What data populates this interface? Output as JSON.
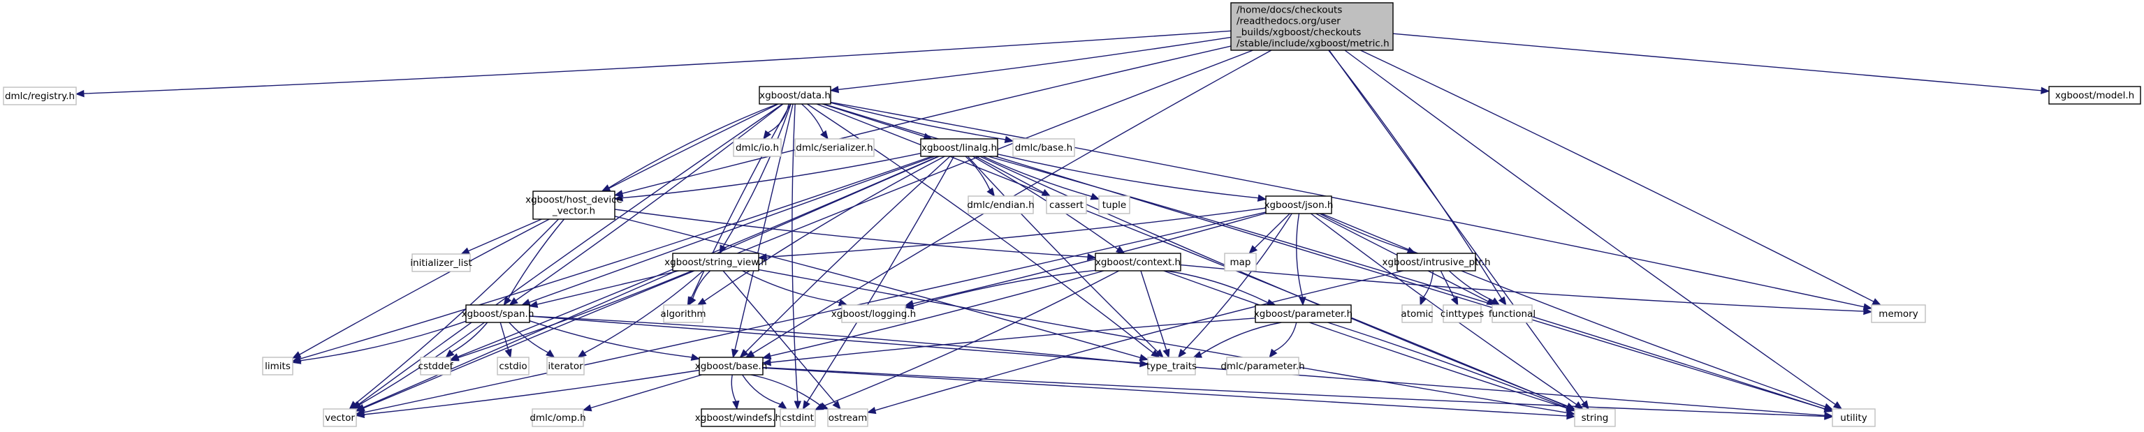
{
  "title": "Include dependency graph for /home/docs/checkouts/readthedocs.org/user_builds/xgboost/checkouts/stable/include/xgboost/metric.h",
  "colors": {
    "edge": "#191970",
    "root_fill": "#bfbfbf",
    "root_border": "#000000",
    "documented_border": "#000000",
    "external_border": "#bfbfbf",
    "node_fill": "#ffffff"
  },
  "nodes": [
    {
      "id": "metric",
      "kind": "root",
      "lines": [
        "/home/docs/checkouts",
        "/readthedocs.org/user",
        "_builds/xgboost/checkouts",
        "/stable/include/xgboost/metric.h"
      ]
    },
    {
      "id": "registry",
      "kind": "external",
      "lines": [
        "dmlc/registry.h"
      ]
    },
    {
      "id": "data",
      "kind": "documented",
      "lines": [
        "xgboost/data.h"
      ]
    },
    {
      "id": "model",
      "kind": "documented",
      "lines": [
        "xgboost/model.h"
      ]
    },
    {
      "id": "io",
      "kind": "external",
      "lines": [
        "dmlc/io.h"
      ]
    },
    {
      "id": "serializer",
      "kind": "external",
      "lines": [
        "dmlc/serializer.h"
      ]
    },
    {
      "id": "linalg",
      "kind": "documented",
      "lines": [
        "xgboost/linalg.h"
      ]
    },
    {
      "id": "dmlcbase",
      "kind": "external",
      "lines": [
        "dmlc/base.h"
      ]
    },
    {
      "id": "hdv",
      "kind": "documented",
      "lines": [
        "xgboost/host_device",
        "_vector.h"
      ]
    },
    {
      "id": "endian",
      "kind": "external",
      "lines": [
        "dmlc/endian.h"
      ]
    },
    {
      "id": "cassert",
      "kind": "external",
      "lines": [
        "cassert"
      ]
    },
    {
      "id": "tuple",
      "kind": "external",
      "lines": [
        "tuple"
      ]
    },
    {
      "id": "json",
      "kind": "documented",
      "lines": [
        "xgboost/json.h"
      ]
    },
    {
      "id": "initlist",
      "kind": "external",
      "lines": [
        "initializer_list"
      ]
    },
    {
      "id": "stringview",
      "kind": "documented",
      "lines": [
        "xgboost/string_view.h"
      ]
    },
    {
      "id": "context",
      "kind": "documented",
      "lines": [
        "xgboost/context.h"
      ]
    },
    {
      "id": "map",
      "kind": "external",
      "lines": [
        "map"
      ]
    },
    {
      "id": "intrusive",
      "kind": "documented",
      "lines": [
        "xgboost/intrusive_ptr.h"
      ]
    },
    {
      "id": "algorithm",
      "kind": "external",
      "lines": [
        "algorithm"
      ]
    },
    {
      "id": "logging",
      "kind": "external",
      "lines": [
        "xgboost/logging.h"
      ]
    },
    {
      "id": "atomic",
      "kind": "external",
      "lines": [
        "atomic"
      ]
    },
    {
      "id": "cinttypes",
      "kind": "external",
      "lines": [
        "cinttypes"
      ]
    },
    {
      "id": "functional",
      "kind": "external",
      "lines": [
        "functional"
      ]
    },
    {
      "id": "memory",
      "kind": "external",
      "lines": [
        "memory"
      ]
    },
    {
      "id": "span",
      "kind": "documented",
      "lines": [
        "xgboost/span.h"
      ]
    },
    {
      "id": "parameter",
      "kind": "documented",
      "lines": [
        "xgboost/parameter.h"
      ]
    },
    {
      "id": "limits",
      "kind": "external",
      "lines": [
        "limits"
      ]
    },
    {
      "id": "cstddef",
      "kind": "external",
      "lines": [
        "cstddef"
      ]
    },
    {
      "id": "cstdio",
      "kind": "external",
      "lines": [
        "cstdio"
      ]
    },
    {
      "id": "iterator",
      "kind": "external",
      "lines": [
        "iterator"
      ]
    },
    {
      "id": "base",
      "kind": "documented",
      "lines": [
        "xgboost/base.h"
      ]
    },
    {
      "id": "typetraits",
      "kind": "external",
      "lines": [
        "type_traits"
      ]
    },
    {
      "id": "dmlcparam",
      "kind": "external",
      "lines": [
        "dmlc/parameter.h"
      ]
    },
    {
      "id": "vector",
      "kind": "external",
      "lines": [
        "vector"
      ]
    },
    {
      "id": "omp",
      "kind": "external",
      "lines": [
        "dmlc/omp.h"
      ]
    },
    {
      "id": "windefs",
      "kind": "documented",
      "lines": [
        "xgboost/windefs.h"
      ]
    },
    {
      "id": "cstdint",
      "kind": "external",
      "lines": [
        "cstdint"
      ]
    },
    {
      "id": "ostream",
      "kind": "external",
      "lines": [
        "ostream"
      ]
    },
    {
      "id": "string",
      "kind": "external",
      "lines": [
        "string"
      ]
    },
    {
      "id": "utility",
      "kind": "external",
      "lines": [
        "utility"
      ]
    }
  ],
  "edges": [
    [
      "metric",
      "registry"
    ],
    [
      "metric",
      "data"
    ],
    [
      "metric",
      "model"
    ],
    [
      "metric",
      "hdv"
    ],
    [
      "metric",
      "vector"
    ],
    [
      "metric",
      "functional"
    ],
    [
      "metric",
      "memory"
    ],
    [
      "metric",
      "string"
    ],
    [
      "metric",
      "utility"
    ],
    [
      "metric",
      "base"
    ],
    [
      "data",
      "io"
    ],
    [
      "data",
      "serializer"
    ],
    [
      "data",
      "linalg"
    ],
    [
      "data",
      "dmlcbase"
    ],
    [
      "data",
      "hdv"
    ],
    [
      "data",
      "stringview"
    ],
    [
      "data",
      "span"
    ],
    [
      "data",
      "base"
    ],
    [
      "data",
      "algorithm"
    ],
    [
      "data",
      "limits"
    ],
    [
      "data",
      "memory"
    ],
    [
      "data",
      "string"
    ],
    [
      "data",
      "utility"
    ],
    [
      "data",
      "vector"
    ],
    [
      "data",
      "cstdint"
    ],
    [
      "data",
      "typetraits"
    ],
    [
      "linalg",
      "endian"
    ],
    [
      "linalg",
      "cassert"
    ],
    [
      "linalg",
      "tuple"
    ],
    [
      "linalg",
      "json"
    ],
    [
      "linalg",
      "hdv"
    ],
    [
      "linalg",
      "context"
    ],
    [
      "linalg",
      "span"
    ],
    [
      "linalg",
      "base"
    ],
    [
      "linalg",
      "algorithm"
    ],
    [
      "linalg",
      "limits"
    ],
    [
      "linalg",
      "cstddef"
    ],
    [
      "linalg",
      "vector"
    ],
    [
      "linalg",
      "typetraits"
    ],
    [
      "linalg",
      "string"
    ],
    [
      "linalg",
      "utility"
    ],
    [
      "linalg",
      "cstdint"
    ],
    [
      "hdv",
      "initlist"
    ],
    [
      "hdv",
      "span"
    ],
    [
      "hdv",
      "context"
    ],
    [
      "hdv",
      "vector"
    ],
    [
      "hdv",
      "typetraits"
    ],
    [
      "json",
      "map"
    ],
    [
      "json",
      "intrusive"
    ],
    [
      "json",
      "parameter"
    ],
    [
      "json",
      "stringview"
    ],
    [
      "json",
      "logging"
    ],
    [
      "json",
      "functional"
    ],
    [
      "json",
      "string"
    ],
    [
      "json",
      "utility"
    ],
    [
      "json",
      "typetraits"
    ],
    [
      "json",
      "vector"
    ],
    [
      "stringview",
      "span"
    ],
    [
      "stringview",
      "algorithm"
    ],
    [
      "stringview",
      "logging"
    ],
    [
      "stringview",
      "iterator"
    ],
    [
      "stringview",
      "cstddef"
    ],
    [
      "stringview",
      "ostream"
    ],
    [
      "stringview",
      "string"
    ],
    [
      "context",
      "logging"
    ],
    [
      "context",
      "parameter"
    ],
    [
      "context",
      "base"
    ],
    [
      "context",
      "typetraits"
    ],
    [
      "context",
      "string"
    ],
    [
      "context",
      "memory"
    ],
    [
      "context",
      "cstdint"
    ],
    [
      "intrusive",
      "atomic"
    ],
    [
      "intrusive",
      "cinttypes"
    ],
    [
      "intrusive",
      "functional"
    ],
    [
      "intrusive",
      "ostream"
    ],
    [
      "span",
      "limits"
    ],
    [
      "span",
      "cstddef"
    ],
    [
      "span",
      "cstdio"
    ],
    [
      "span",
      "iterator"
    ],
    [
      "span",
      "base"
    ],
    [
      "span",
      "typetraits"
    ],
    [
      "span",
      "vector"
    ],
    [
      "span",
      "utility"
    ],
    [
      "parameter",
      "base"
    ],
    [
      "parameter",
      "typetraits"
    ],
    [
      "parameter",
      "dmlcparam"
    ],
    [
      "parameter",
      "string"
    ],
    [
      "base",
      "omp"
    ],
    [
      "base",
      "windefs"
    ],
    [
      "base",
      "cstdint"
    ],
    [
      "base",
      "ostream"
    ],
    [
      "base",
      "vector"
    ],
    [
      "base",
      "string"
    ],
    [
      "base",
      "utility"
    ]
  ]
}
